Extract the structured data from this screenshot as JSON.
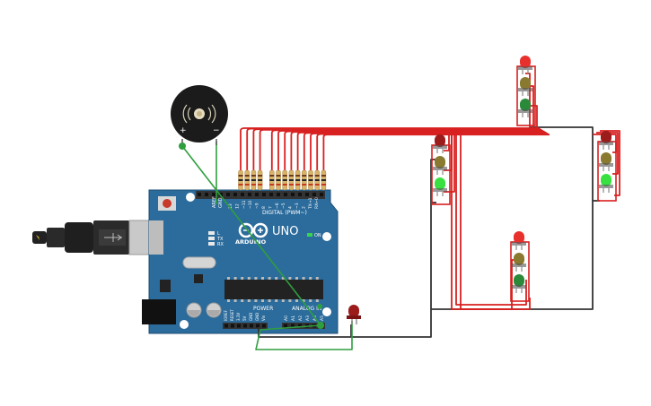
{
  "board": {
    "brand": "ARDUINO",
    "model": "UNO",
    "digital_label": "DIGITAL (PWM~)",
    "power_label": "POWER",
    "analog_label": "ANALOG IN",
    "on_label": "ON",
    "tx_label": "TX",
    "rx_label": "RX",
    "l_label": "L",
    "aref_label": "AREF",
    "gnd_label": "GND",
    "power_pins": [
      "IOREF",
      "RESET",
      "3.3V",
      "5V",
      "GND",
      "GND",
      "Vin"
    ],
    "analog_pins": [
      "A0",
      "A1",
      "A2",
      "A3",
      "A4",
      "A5"
    ],
    "digital_pins": [
      "13",
      "12",
      "~11",
      "~10",
      "~9",
      "8",
      "7",
      "~6",
      "~5",
      "4",
      "~3",
      "2",
      "TX→1",
      "RX←0"
    ]
  },
  "components": {
    "buzzer": {
      "plus": "+",
      "minus": "−"
    },
    "traffic_lights": [
      {
        "id": "north",
        "leds": [
          "red",
          "yellow",
          "green"
        ]
      },
      {
        "id": "west",
        "leds": [
          "red",
          "yellow",
          "green"
        ]
      },
      {
        "id": "east",
        "leds": [
          "red",
          "yellow",
          "green"
        ]
      },
      {
        "id": "south",
        "leds": [
          "red",
          "yellow",
          "green"
        ]
      }
    ],
    "pedestrian_led": "red",
    "resistor_count": 13
  },
  "colors": {
    "board": "#2c6c9c",
    "wire_red": "#d82020",
    "wire_black": "#333333",
    "wire_green": "#2e9e3e",
    "led_red": "#e8302c",
    "led_red_off": "#9c1c1c",
    "led_yellow": "#8a7a30",
    "led_green": "#2a8a3a",
    "led_green_on": "#38e040"
  }
}
